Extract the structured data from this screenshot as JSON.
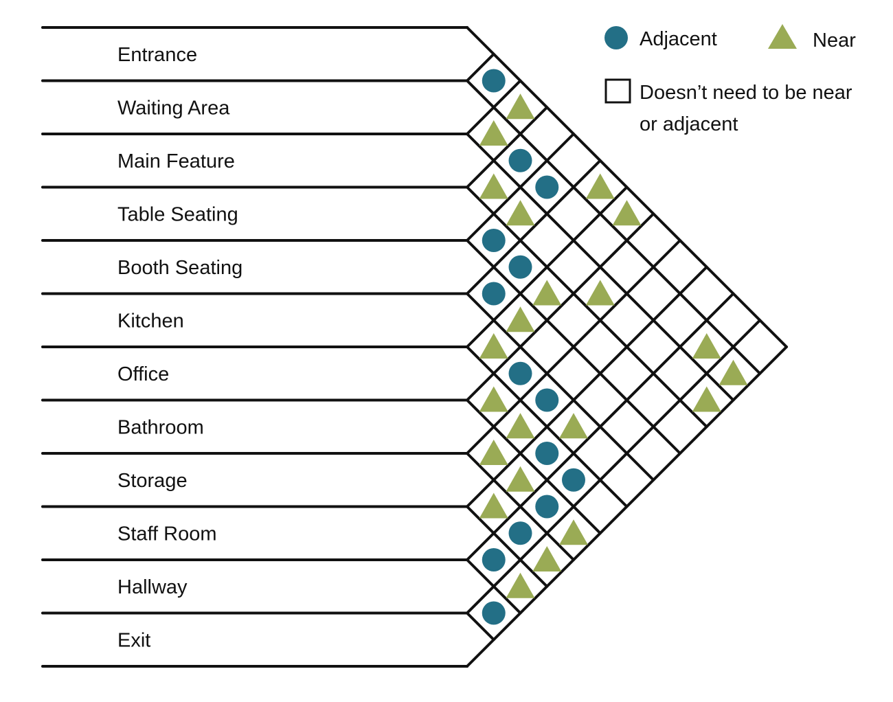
{
  "rooms": [
    "Entrance",
    "Waiting Area",
    "Main Feature",
    "Table Seating",
    "Booth Seating",
    "Kitchen",
    "Office",
    "Bathroom",
    "Storage",
    "Staff Room",
    "Hallway",
    "Exit"
  ],
  "legend": {
    "adjacent_label": "Adjacent",
    "near_label": "Near",
    "none_label_line1": "Doesn’t need to be near",
    "none_label_line2": "or adjacent"
  },
  "colors": {
    "adjacent": "#236f86",
    "near": "#9aab55",
    "line": "#111111"
  },
  "relationships": [
    {
      "a": "Entrance",
      "b": "Waiting Area",
      "type": "adjacent"
    },
    {
      "a": "Entrance",
      "b": "Main Feature",
      "type": "near"
    },
    {
      "a": "Waiting Area",
      "b": "Main Feature",
      "type": "near"
    },
    {
      "a": "Waiting Area",
      "b": "Table Seating",
      "type": "adjacent"
    },
    {
      "a": "Main Feature",
      "b": "Table Seating",
      "type": "near"
    },
    {
      "a": "Waiting Area",
      "b": "Booth Seating",
      "type": "adjacent"
    },
    {
      "a": "Table Seating",
      "b": "Booth Seating",
      "type": "adjacent"
    },
    {
      "a": "Main Feature",
      "b": "Booth Seating",
      "type": "near"
    },
    {
      "a": "Booth Seating",
      "b": "Kitchen",
      "type": "adjacent"
    },
    {
      "a": "Table Seating",
      "b": "Kitchen",
      "type": "adjacent"
    },
    {
      "a": "Table Seating",
      "b": "Office",
      "type": "near"
    },
    {
      "a": "Booth Seating",
      "b": "Office",
      "type": "near"
    },
    {
      "a": "Kitchen",
      "b": "Office",
      "type": "near"
    },
    {
      "a": "Office",
      "b": "Bathroom",
      "type": "near"
    },
    {
      "a": "Kitchen",
      "b": "Bathroom",
      "type": "adjacent"
    },
    {
      "a": "Office",
      "b": "Storage",
      "type": "near"
    },
    {
      "a": "Bathroom",
      "b": "Storage",
      "type": "near"
    },
    {
      "a": "Kitchen",
      "b": "Storage",
      "type": "adjacent"
    },
    {
      "a": "Staff Room",
      "b": "Hallway",
      "type": "adjacent"
    },
    {
      "a": "Storage",
      "b": "Hallway",
      "type": "adjacent"
    },
    {
      "a": "Hallway",
      "b": "Exit",
      "type": "adjacent"
    },
    {
      "a": "Staff Room",
      "b": "Exit",
      "type": "near"
    },
    {
      "a": "Storage",
      "b": "Exit",
      "type": "near"
    },
    {
      "a": "Bathroom",
      "b": "Hallway",
      "type": "adjacent"
    },
    {
      "a": "Bathroom",
      "b": "Exit",
      "type": "near"
    },
    {
      "a": "Bathroom",
      "b": "Staff Room",
      "type": "near"
    },
    {
      "a": "Office",
      "b": "Staff Room",
      "type": "adjacent"
    },
    {
      "a": "Office",
      "b": "Hallway",
      "type": "adjacent"
    },
    {
      "a": "Storage",
      "b": "Staff Room",
      "type": "near"
    },
    {
      "a": "Kitchen",
      "b": "Staff Room",
      "type": "near"
    },
    {
      "a": "Entrance",
      "b": "Kitchen",
      "type": "near"
    },
    {
      "a": "Entrance",
      "b": "Office",
      "type": "near"
    },
    {
      "a": "Waiting Area",
      "b": "Exit",
      "type": "near"
    },
    {
      "a": "Main Feature",
      "b": "Bathroom",
      "type": "near"
    },
    {
      "a": "Main Feature",
      "b": "Exit",
      "type": "near"
    },
    {
      "a": "Waiting Area",
      "b": "Hallway",
      "type": "near"
    }
  ]
}
